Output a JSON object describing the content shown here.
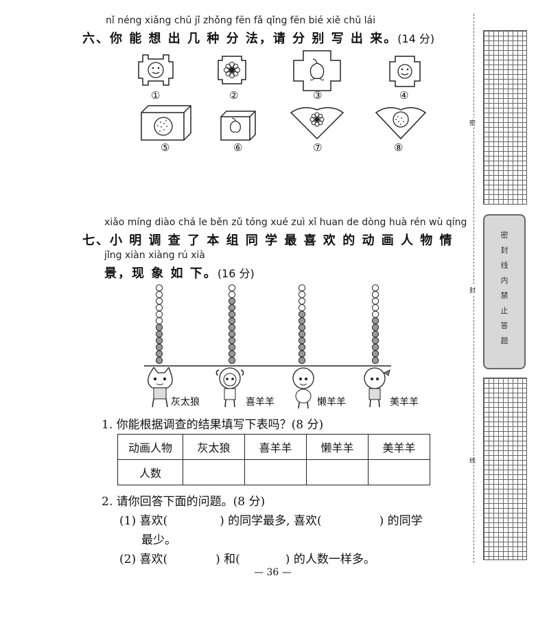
{
  "section6": {
    "pinyin": "nǐ néng xiǎng chū  jǐ  zhǒng fēn  fǎ     qǐng fēn bié xiě chū lái",
    "title": "六、你 能  想  出 几  种  分 法，请 分 别 写 出 来。",
    "score": "(14 分)",
    "shapes": [
      {
        "num": "①",
        "icon": "smiley-face"
      },
      {
        "num": "②",
        "icon": "flower"
      },
      {
        "num": "③",
        "icon": "peach"
      },
      {
        "num": "④",
        "icon": "smiley-face"
      },
      {
        "num": "⑤",
        "icon": "dotted-fruit"
      },
      {
        "num": "⑥",
        "icon": "peach"
      },
      {
        "num": "⑦",
        "icon": "flower"
      },
      {
        "num": "⑧",
        "icon": "dotted-fruit"
      }
    ]
  },
  "section7": {
    "pinyin1": "xiǎo míng diào chá  le  běn  zǔ tóng xué zuì  xǐ  huan de dòng huà rén wù qíng",
    "title1": "七、小  明  调  查  了 本 组  同  学 最 喜 欢  的  动  画 人  物  情",
    "pinyin2": "jǐng    xiàn xiàng rú  xià",
    "title2": "景，现  象  如 下。",
    "score": "(16 分)",
    "characters": [
      {
        "name": "灰太狼",
        "count": 6,
        "total": 12
      },
      {
        "name": "喜羊羊",
        "count": 10,
        "total": 12
      },
      {
        "name": "懒羊羊",
        "count": 8,
        "total": 12
      },
      {
        "name": "美羊羊",
        "count": 7,
        "total": 12
      }
    ],
    "q1": "1.  你能根据调查的结果填写下表吗？(8 分)",
    "table": {
      "header": [
        "动画人物",
        "灰太狼",
        "喜羊羊",
        "懒羊羊",
        "美羊羊"
      ],
      "row_label": "人数"
    },
    "q2": "2.  请你回答下面的问题。(8 分)",
    "q2_1a": "(1) 喜欢(",
    "q2_1b": ") 的同学最多, 喜欢(",
    "q2_1c": ") 的同学",
    "q2_1d": "最少。",
    "q2_2a": "(2) 喜欢(",
    "q2_2b": ") 和(",
    "q2_2c": ") 的人数一样多。"
  },
  "page_number": "— 36 —",
  "sidebar": {
    "label_chars": [
      "密",
      "封",
      "线",
      "内",
      "禁",
      "止",
      "答",
      "题"
    ],
    "mark_top": "密",
    "mark_mid": "封",
    "mark_bottom": "线"
  }
}
